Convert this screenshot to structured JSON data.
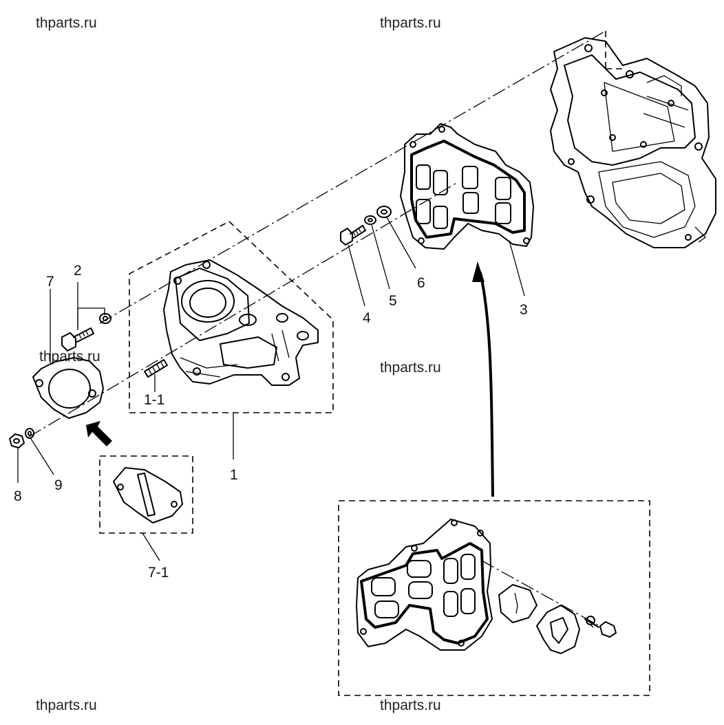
{
  "watermarks": [
    "thparts.ru",
    "thparts.ru",
    "thparts.ru",
    "thparts.ru",
    "thparts.ru"
  ],
  "callouts": {
    "c1": "1",
    "c1_1": "1-1",
    "c2": "2",
    "c3": "3",
    "c4": "4",
    "c5": "5",
    "c6": "6",
    "c7": "7",
    "c7_1": "7-1",
    "c8": "8",
    "c9": "9"
  }
}
